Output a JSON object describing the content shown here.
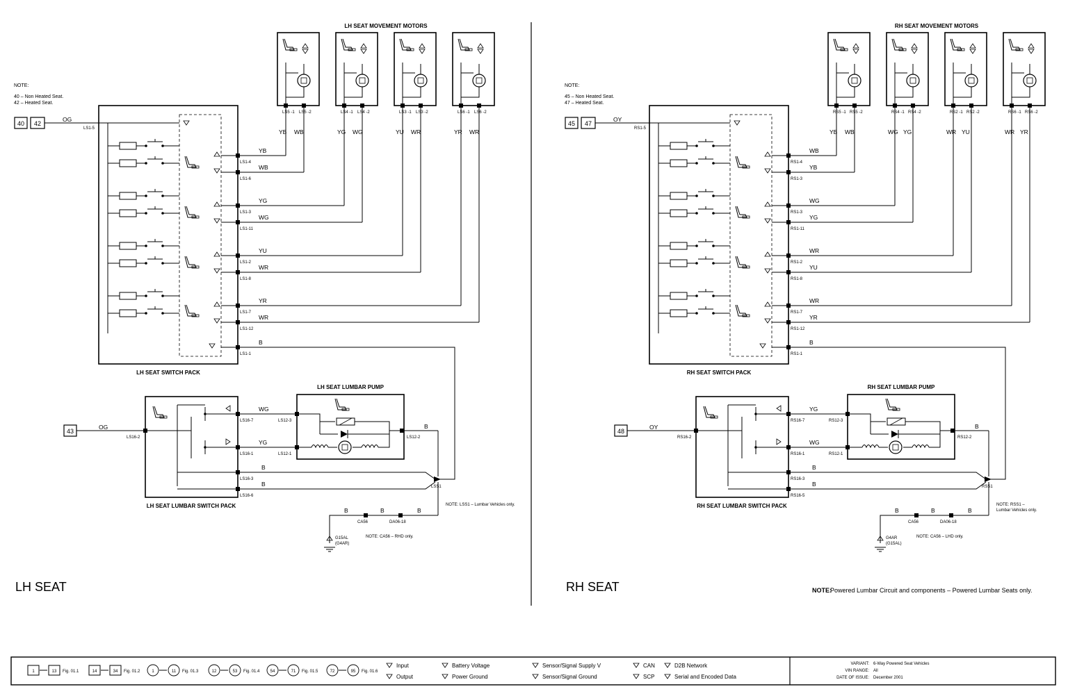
{
  "lh": {
    "motors_title": "LH SEAT MOVEMENT MOTORS",
    "note_title": "NOTE:",
    "note_line1": "40 – Non Heated Seat.",
    "note_line2": "42 – Heated Seat.",
    "conn_a": "40",
    "conn_b": "42",
    "feed_wire": "OG",
    "feed_pin": "LS1-5",
    "motor_pins": [
      {
        "a": "LS5 -1",
        "b": "LS5 -2",
        "wa": "YB",
        "wb": "WB"
      },
      {
        "a": "LS4 -1",
        "b": "LS4 -2",
        "wa": "YG",
        "wb": "WG"
      },
      {
        "a": "LS3 -1",
        "b": "LS3 -2",
        "wa": "YU",
        "wb": "WR"
      },
      {
        "a": "LS6 -1",
        "b": "LS6 -2",
        "wa": "YR",
        "wb": "WR"
      }
    ],
    "switch_outputs": [
      {
        "wire": "YB",
        "pin": "LS1-4"
      },
      {
        "wire": "WB",
        "pin": "LS1-6"
      },
      {
        "wire": "YG",
        "pin": "LS1-3"
      },
      {
        "wire": "WG",
        "pin": "LS1-11"
      },
      {
        "wire": "YU",
        "pin": "LS1-2"
      },
      {
        "wire": "WR",
        "pin": "LS1-8"
      },
      {
        "wire": "YR",
        "pin": "LS1-7"
      },
      {
        "wire": "WR",
        "pin": "LS1-12"
      },
      {
        "wire": "B",
        "pin": "LS1-1"
      }
    ],
    "switch_pack": "LH SEAT SWITCH PACK",
    "pump_title": "LH SEAT LUMBAR PUMP",
    "lumbar_conn": "43",
    "lumbar_wire": "OG",
    "lumbar_in_pin": "LS16-2",
    "lumbar_out": [
      {
        "wire": "WG",
        "pin": "LS16-7",
        "pump_pin": "LS12-3"
      },
      {
        "wire": "YG",
        "pin": "LS16-1",
        "pump_pin": "LS12-1"
      }
    ],
    "pump_ground_pin": "LS12-2",
    "pump_ground_wire": "B",
    "lumbar_grounds": [
      {
        "wire": "B",
        "pin": "LS16-3"
      },
      {
        "wire": "B",
        "pin": "LS16-6"
      }
    ],
    "lumbar_pack": "LH SEAT LUMBAR SWITCH PACK",
    "splice": "LSS1",
    "splice_note": "NOTE: LSS1 – Lumbar Vehicles only.",
    "gnd_wire1": "B",
    "gnd_wire2": "B",
    "gnd_wire3": "B",
    "gnd_conn1": "CA56",
    "gnd_conn2": "DA06-18",
    "gnd_note": "NOTE: CA56 – RHD only.",
    "gnd_label1": "G15AL",
    "gnd_label2": "(G4AR)",
    "side_label": "LH SEAT"
  },
  "rh": {
    "motors_title": "RH SEAT MOVEMENT MOTORS",
    "note_title": "NOTE:",
    "note_line1": "45 – Non Heated Seat.",
    "note_line2": "47 – Heated Seat.",
    "conn_a": "45",
    "conn_b": "47",
    "feed_wire": "OY",
    "feed_pin": "RS1-5",
    "motor_pins": [
      {
        "a": "RS5 -1",
        "b": "RS5 -2",
        "wa": "YB",
        "wb": "WB"
      },
      {
        "a": "RS4 -1",
        "b": "RS4 -2",
        "wa": "WG",
        "wb": "YG"
      },
      {
        "a": "RS2 -1",
        "b": "RS2 -2",
        "wa": "WR",
        "wb": "YU"
      },
      {
        "a": "RS6 -1",
        "b": "RS6 -2",
        "wa": "WR",
        "wb": "YR"
      }
    ],
    "switch_outputs": [
      {
        "wire": "WB",
        "pin": "RS1-4"
      },
      {
        "wire": "YB",
        "pin": "RS1-3"
      },
      {
        "wire": "WG",
        "pin": "RS1-3"
      },
      {
        "wire": "YG",
        "pin": "RS1-11"
      },
      {
        "wire": "WR",
        "pin": "RS1-2"
      },
      {
        "wire": "YU",
        "pin": "RS1-8"
      },
      {
        "wire": "WR",
        "pin": "RS1-7"
      },
      {
        "wire": "YR",
        "pin": "RS1-12"
      },
      {
        "wire": "B",
        "pin": "RS1-1"
      }
    ],
    "switch_pack": "RH SEAT SWITCH PACK",
    "pump_title": "RH SEAT LUMBAR PUMP",
    "lumbar_conn": "48",
    "lumbar_wire": "OY",
    "lumbar_in_pin": "RS16-2",
    "lumbar_out": [
      {
        "wire": "YG",
        "pin": "RS16-7",
        "pump_pin": "RS12-3"
      },
      {
        "wire": "WG",
        "pin": "RS16-1",
        "pump_pin": "RS12-1"
      }
    ],
    "pump_ground_pin": "RS12-2",
    "pump_ground_wire": "B",
    "lumbar_grounds": [
      {
        "wire": "B",
        "pin": "RS16-3"
      },
      {
        "wire": "B",
        "pin": "RS16-5"
      }
    ],
    "lumbar_pack": "RH SEAT LUMBAR SWITCH PACK",
    "splice": "RSS1",
    "splice_note1": "NOTE: RSS1 –",
    "splice_note2": "Lumbar Vehicles only.",
    "gnd_wire1": "B",
    "gnd_wire2": "B",
    "gnd_wire3": "B",
    "gnd_conn1": "CA56",
    "gnd_conn2": "DA06-18",
    "gnd_note": "NOTE: CA56 – LHD only.",
    "gnd_label1": "G4AR",
    "gnd_label2": "(G15AL)",
    "side_label": "RH SEAT"
  },
  "bottom_note_bold": "NOTE:",
  "bottom_note": "Powered Lumbar Circuit and components – Powered Lumbar Seats only.",
  "legend": {
    "refs": [
      {
        "from": "1",
        "to": "13",
        "fig": "Fig. 01.1"
      },
      {
        "from": "14",
        "to": "34",
        "fig": "Fig. 01.2"
      },
      {
        "from": "1",
        "to": "11",
        "fig": "Fig. 01.3"
      },
      {
        "from": "12",
        "to": "53",
        "fig": "Fig. 01.4"
      },
      {
        "from": "54",
        "to": "71",
        "fig": "Fig. 01.5"
      },
      {
        "from": "72",
        "to": "95",
        "fig": "Fig. 01.6"
      }
    ],
    "symbols": [
      "Input",
      "Output",
      "Battery Voltage",
      "Power Ground",
      "Sensor/Signal Supply V",
      "Sensor/Signal Ground",
      "CAN",
      "SCP",
      "D2B Network",
      "Serial and Encoded Data"
    ],
    "info": [
      {
        "k": "VARIANT:",
        "v": "6-Way Powered Seat Vehicles"
      },
      {
        "k": "VIN RANGE:",
        "v": "All"
      },
      {
        "k": "DATE OF ISSUE:",
        "v": "December 2001"
      }
    ]
  }
}
